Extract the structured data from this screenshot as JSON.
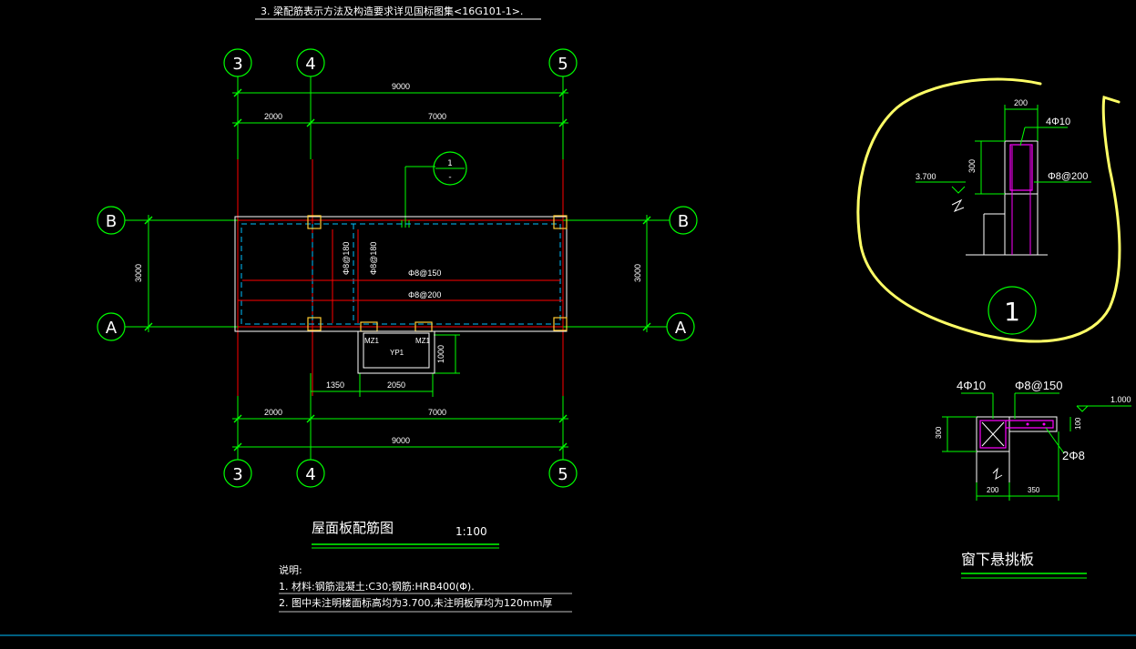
{
  "header_note": "3. 梁配筋表示方法及构造要求详见国标图集<16G101-1>.",
  "grid": {
    "top": [
      "3",
      "4",
      "5"
    ],
    "bottom": [
      "3",
      "4",
      "5"
    ],
    "left": [
      "B",
      "A"
    ],
    "right": [
      "B",
      "A"
    ]
  },
  "dims": {
    "top_total": "9000",
    "top_left": "2000",
    "top_right": "7000",
    "left_span": "3000",
    "right_span": "3000",
    "bottom_left": "2000",
    "bottom_right": "7000",
    "bottom_total": "9000",
    "canopy_a": "1350",
    "canopy_b": "2050",
    "canopy_depth": "1000"
  },
  "rebar": {
    "v1": "Φ8@180",
    "v2": "Φ8@180",
    "h1": "Φ8@150",
    "h2": "Φ8@200"
  },
  "canopy": {
    "col_left": "MZ1",
    "col_right": "MZ1",
    "slab": "YP1"
  },
  "section_ref": {
    "top": "1",
    "bottom": "-"
  },
  "plan_title": "屋面板配筋图",
  "plan_scale": "1:100",
  "notes": {
    "heading": "说明:",
    "line1": "1. 材料:钢筋混凝土:C30;钢筋:HRB400(Φ).",
    "line2": "2. 图中未注明楼面标高均为3.700,未注明板厚均为120mm厚"
  },
  "detail1": {
    "width": "200",
    "top_bars": "4Φ10",
    "height": "300",
    "elevation": "3.700",
    "stirrup": "Φ8@200",
    "label": "1"
  },
  "detail2": {
    "top_bars": "4Φ10",
    "stirrup": "Φ8@150",
    "elevation": "1.000",
    "height": "300",
    "slab_thk": "100",
    "side_bars": "2Φ8",
    "width1": "200",
    "width2": "350",
    "title": "窗下悬挑板"
  },
  "colors": {
    "background": "#000000",
    "green": "#00ff00",
    "red": "#ff0000",
    "white": "#ffffff",
    "cyan": "#00bfff",
    "magenta": "#ff00ff",
    "yellow": "#ffff66"
  }
}
